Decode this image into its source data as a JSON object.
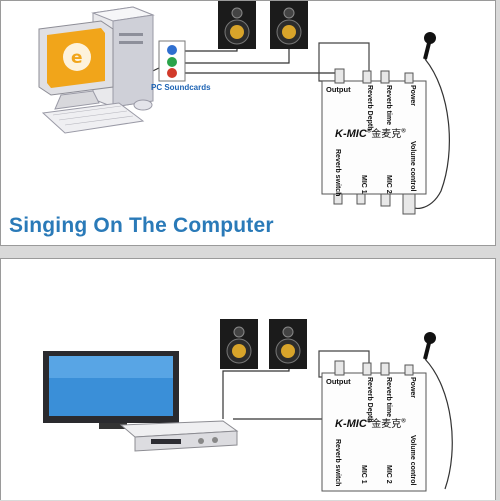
{
  "top_panel": {
    "soundcard_label": "PC Soundcards",
    "heading": "Singing On The Computer",
    "device": {
      "output_label": "Output",
      "reverb_depth_label": "Reverb Depth",
      "reverb_time_label": "Reverb time",
      "power_label": "Power",
      "reverb_switch_label": "Reverb switch",
      "mic1_label": "MIC 1",
      "mic2_label": "MIC 2",
      "volume_label": "Volume control",
      "brand_latin": "K-MIC",
      "brand_cn": "金麦克",
      "registered_mark": "®"
    }
  },
  "bottom_panel": {
    "device": {
      "output_label": "Output",
      "reverb_depth_label": "Reverb Depth",
      "reverb_time_label": "Reverb time",
      "power_label": "Power",
      "reverb_switch_label": "Reverb switch",
      "mic1_label": "MIC 1",
      "mic2_label": "MIC 2",
      "volume_label": "Volume control",
      "brand_latin": "K-MIC",
      "brand_cn": "金麦克",
      "registered_mark": "®"
    }
  },
  "colors": {
    "heading": "#2a7ab8",
    "soundcard_label": "#1e64b4",
    "jack_blue": "#2f6fd0",
    "jack_green": "#2aa34a",
    "jack_red": "#d23a2a",
    "monitor_screen": "#f1a51a",
    "tv_screen": "#3a8fd8",
    "speaker_cone": "#d8a42a"
  },
  "icons": [
    "computer-icon",
    "speaker-icon",
    "microphone-icon",
    "tv-icon",
    "amplifier-icon",
    "karaoke-mixer-icon"
  ]
}
